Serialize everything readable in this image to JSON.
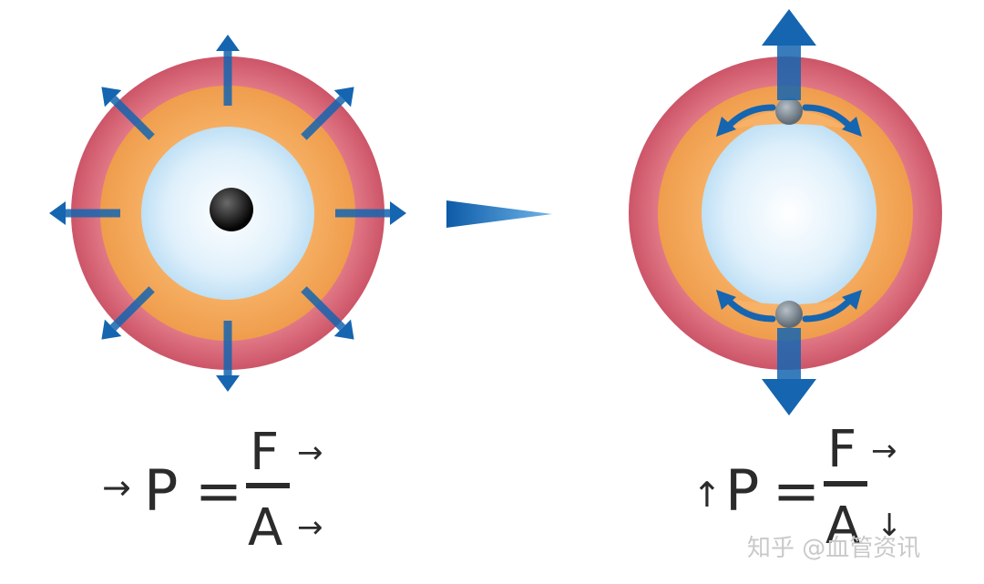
{
  "left_formula": {
    "pressure_arrow": "→",
    "pressure_symbol": "P",
    "equals": "=",
    "numerator": "F",
    "numerator_arrow": "→",
    "denominator": "A",
    "denominator_arrow": "→"
  },
  "right_formula": {
    "pressure_arrow": "↑",
    "pressure_symbol": "P",
    "equals": "=",
    "numerator": "F",
    "numerator_arrow": "→",
    "denominator": "A",
    "denominator_arrow": "↓"
  },
  "watermark": "知乎 @血管资讯",
  "colors": {
    "outer_ring": "#d9677a",
    "middle_ring": "#f2a55a",
    "lumen": "#e8f4fb",
    "arrow": "#1565b0",
    "catheter": "#1a1a1a",
    "balloon_ball": "#7e8a94",
    "text": "#2b2b2b"
  }
}
